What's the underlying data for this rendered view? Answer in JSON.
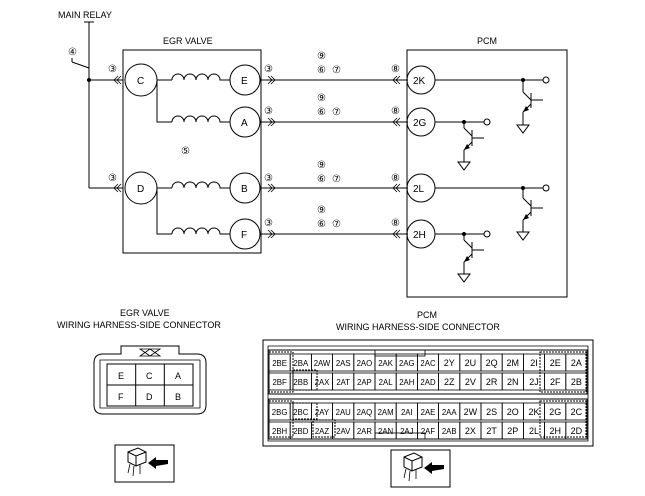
{
  "labels": {
    "main_relay": "MAIN RELAY",
    "egr_valve": "EGR VALVE",
    "pcm": "PCM",
    "egr_conn_title1": "EGR VALVE",
    "egr_conn_title2": "WIRING HARNESS-SIDE CONNECTOR",
    "pcm_conn_title1": "PCM",
    "pcm_conn_title2": "WIRING HARNESS-SIDE CONNECTOR"
  },
  "circled": {
    "n3": "③",
    "n4": "④",
    "n5": "⑤",
    "n6": "⑥",
    "n7": "⑦",
    "n8": "⑧",
    "n9": "⑨"
  },
  "egr_terminals": {
    "C": "C",
    "D": "D",
    "E": "E",
    "A": "A",
    "B": "B",
    "F": "F"
  },
  "pcm_terminals": {
    "k2": "2K",
    "g2": "2G",
    "l2": "2L",
    "h2": "2H"
  },
  "egr_connector": {
    "rows": [
      [
        "E",
        "C",
        "A"
      ],
      [
        "F",
        "D",
        "B"
      ]
    ]
  },
  "pcm_connector": {
    "rows": [
      [
        "2BE",
        "2BA",
        "2AW",
        "2AS",
        "2AO",
        "2AK",
        "2AG",
        "2AC",
        "2Y",
        "2U",
        "2Q",
        "2M",
        "2I",
        "2E",
        "2A"
      ],
      [
        "2BF",
        "2BB",
        "2AX",
        "2AT",
        "2AP",
        "2AL",
        "2AH",
        "2AD",
        "2Z",
        "2V",
        "2R",
        "2N",
        "2J",
        "2F",
        "2B"
      ],
      [
        "2BG",
        "2BC",
        "2AY",
        "2AU",
        "2AQ",
        "2AM",
        "2AI",
        "2AE",
        "2AA",
        "2W",
        "2S",
        "2O",
        "2K",
        "2G",
        "2C"
      ],
      [
        "2BH",
        "2BD",
        "2AZ",
        "2AV",
        "2AR",
        "2AN",
        "2AJ",
        "2AF",
        "2AB",
        "2X",
        "2T",
        "2P",
        "2L",
        "2H",
        "2D"
      ]
    ]
  }
}
